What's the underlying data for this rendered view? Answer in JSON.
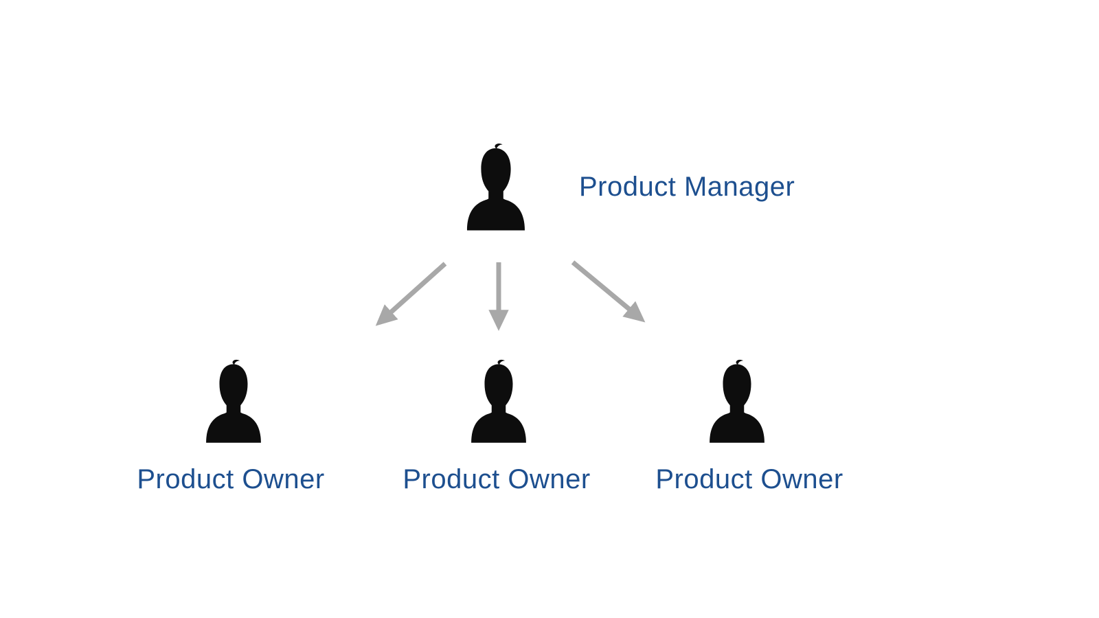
{
  "diagram": {
    "title": "",
    "manager": {
      "label": "Product Manager",
      "icon": "person-silhouette-icon"
    },
    "owners": [
      {
        "label": "Product Owner",
        "icon": "person-silhouette-icon"
      },
      {
        "label": "Product Owner",
        "icon": "person-silhouette-icon"
      },
      {
        "label": "Product Owner",
        "icon": "person-silhouette-icon"
      }
    ],
    "connections": [
      {
        "from": "manager",
        "to": "owner-1",
        "style": "arrow"
      },
      {
        "from": "manager",
        "to": "owner-2",
        "style": "arrow"
      },
      {
        "from": "manager",
        "to": "owner-3",
        "style": "arrow"
      }
    ],
    "colors": {
      "label_text": "#1d4f8f",
      "arrow": "#a8a8a8",
      "silhouette": "#0d0d0d",
      "background": "#ffffff"
    }
  }
}
